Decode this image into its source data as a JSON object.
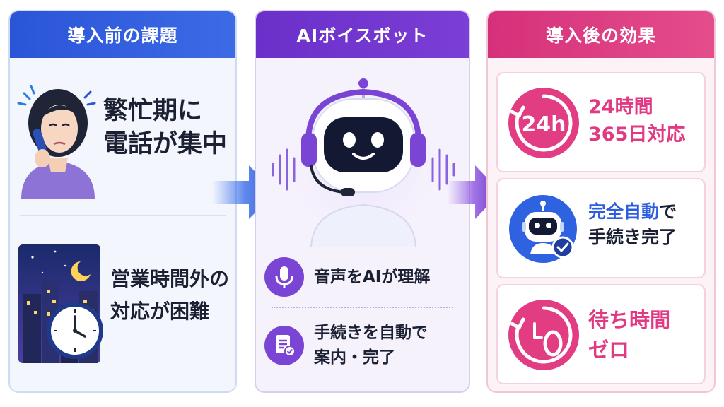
{
  "left": {
    "header": "導入前の課題",
    "item1": {
      "line1": "繁忙期に",
      "line2": "電話が集中"
    },
    "item2": {
      "line1": "営業時間外の",
      "line2": "対応が困難"
    }
  },
  "middle": {
    "header": "AIボイスボット",
    "feature1": "音声をAIが理解",
    "feature2": {
      "line1": "手続きを自動で",
      "line2": "案内・完了"
    }
  },
  "right": {
    "header": "導入後の効果",
    "card1": {
      "icon_text": "24h",
      "line1": "24時間",
      "line2": "365日対応"
    },
    "card2": {
      "line1_highlight": "完全自動",
      "line1_rest": "で",
      "line2": "手続き完了"
    },
    "card3": {
      "line1": "待ち時間",
      "line2": "ゼロ"
    }
  },
  "icons": [
    "phone-woman-icon",
    "night-city-clock-icon",
    "robot-headset-icon",
    "microphone-icon",
    "document-check-icon",
    "clock-24h-icon",
    "robot-check-icon",
    "timer-zero-icon"
  ],
  "colors": {
    "blue": "#2a55d8",
    "purple": "#6a30c9",
    "pink": "#d6307a"
  }
}
